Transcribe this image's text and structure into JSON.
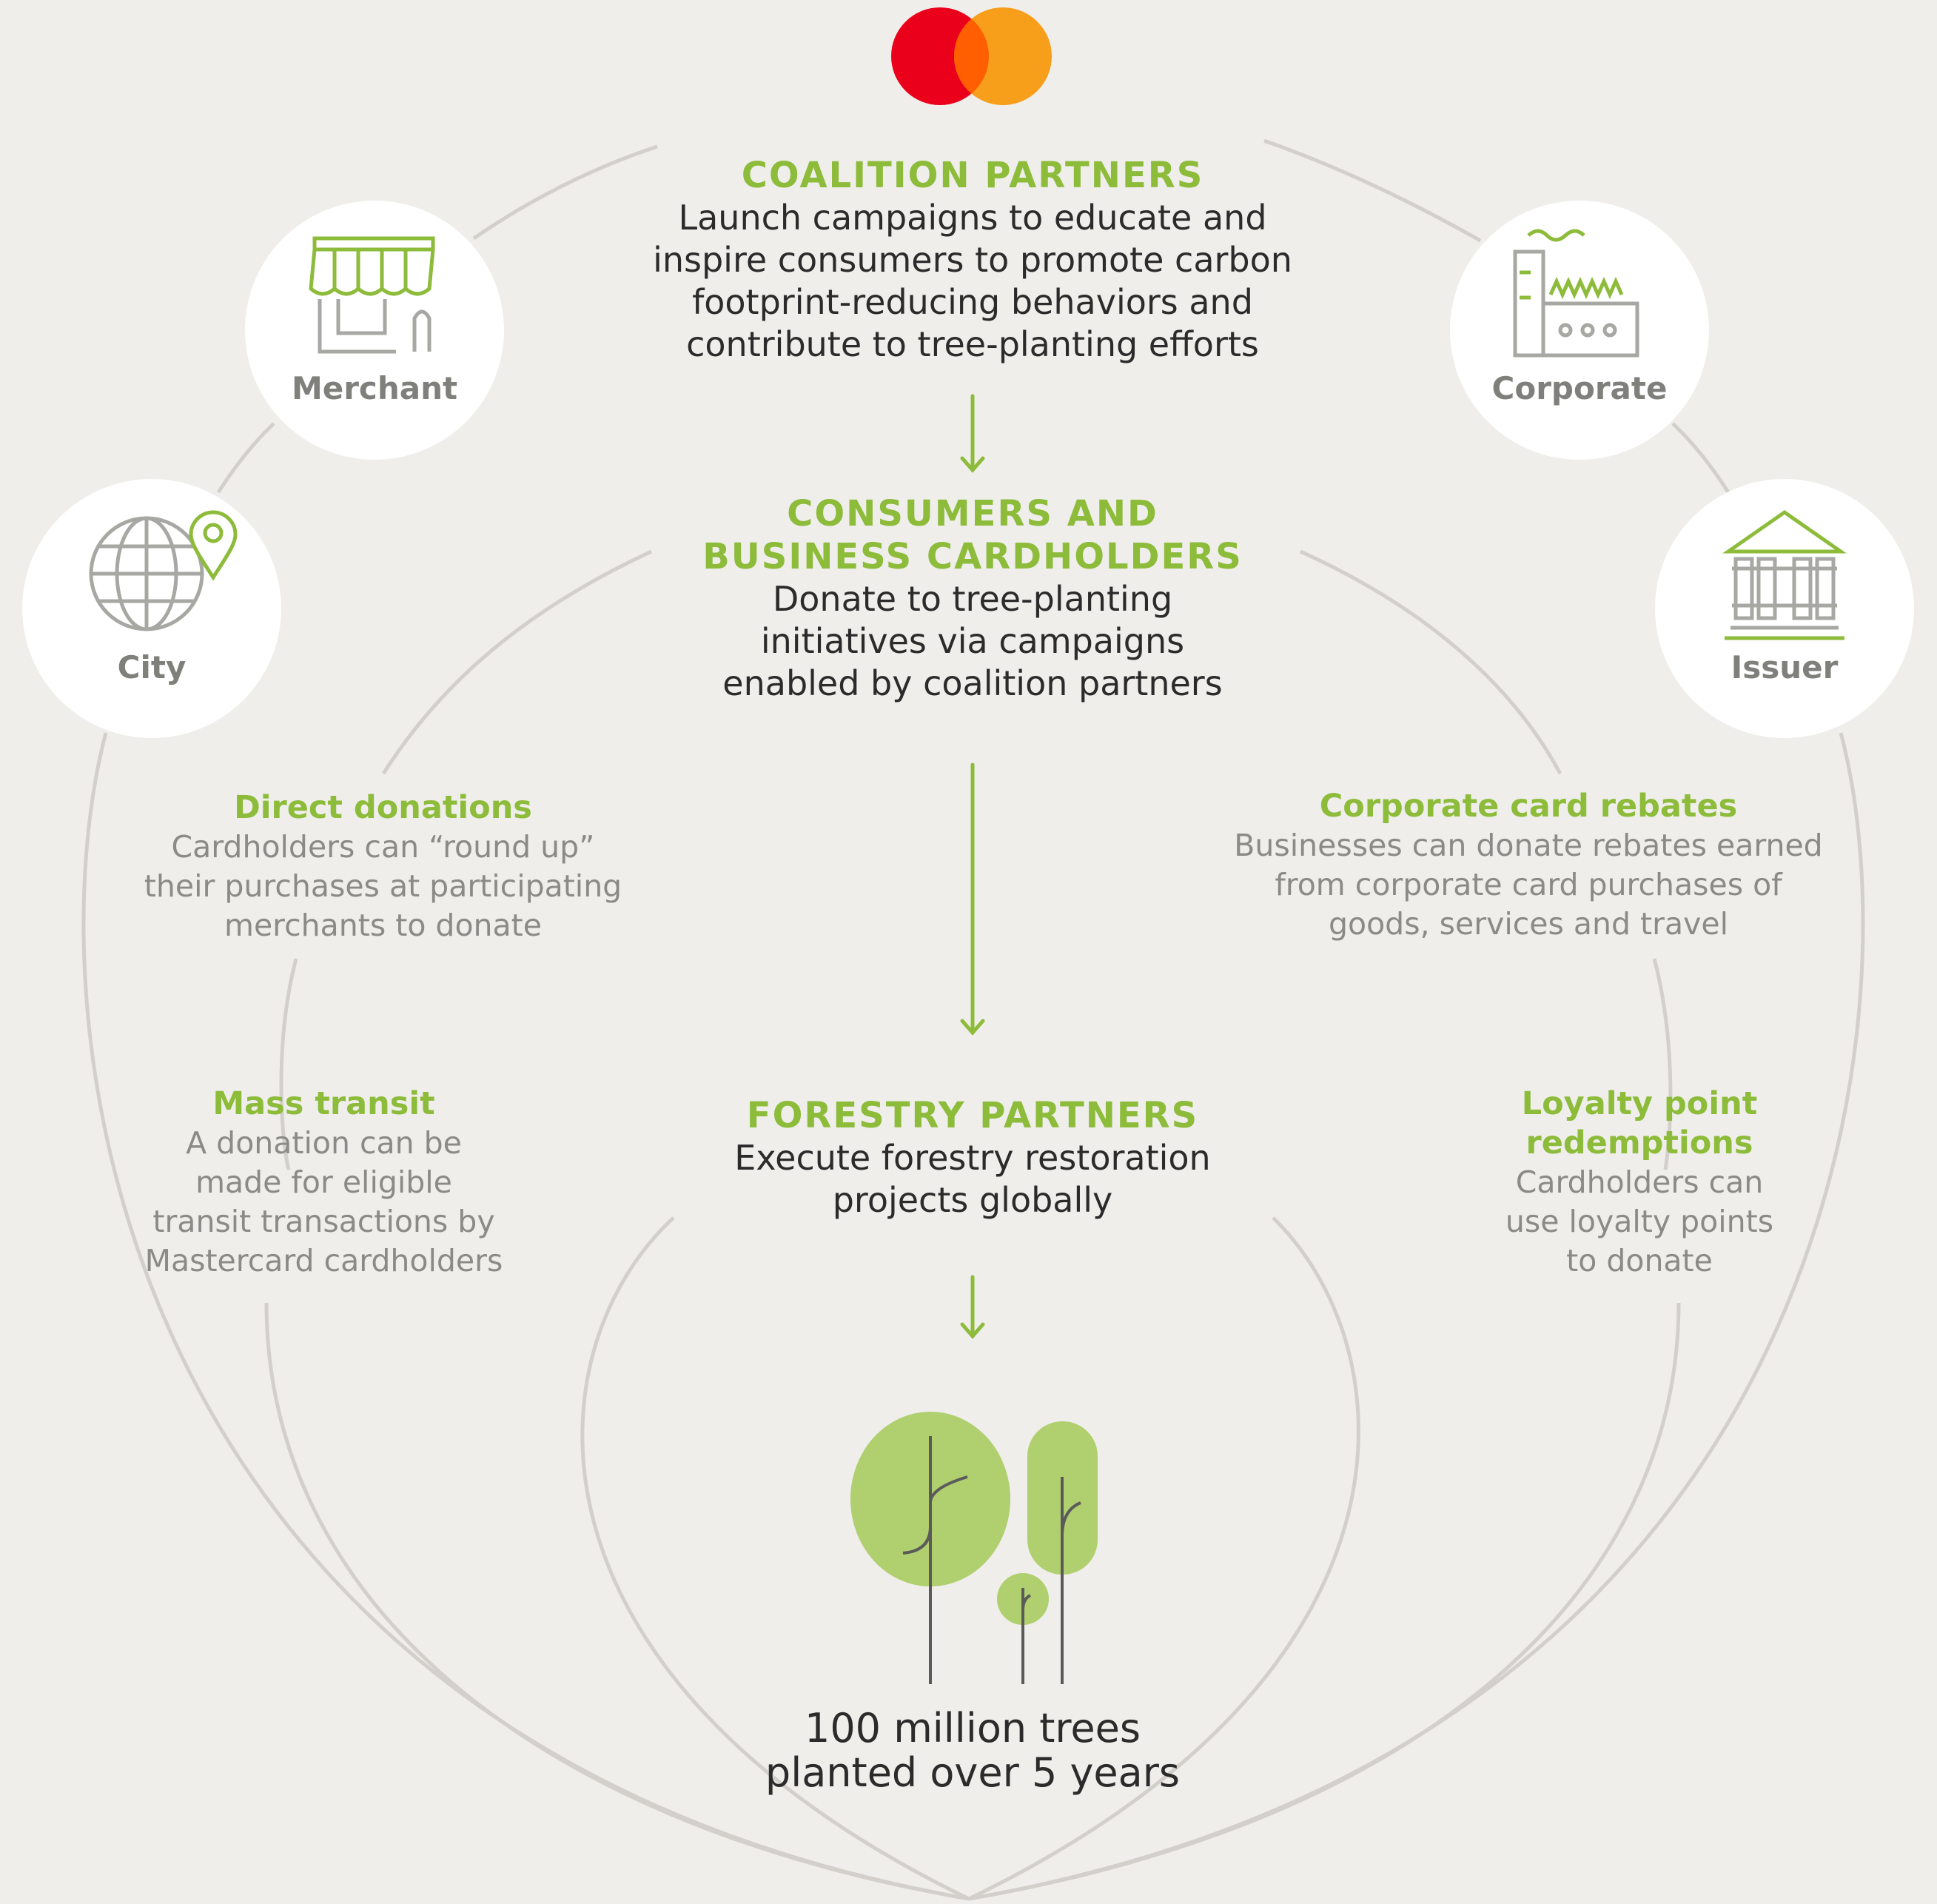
{
  "logo": {
    "name": "mastercard-logo",
    "colors": [
      "#eb001b",
      "#ff5f00",
      "#f79e1b"
    ]
  },
  "colors": {
    "accent": "#8dbb3a",
    "line": "#d3d0cb",
    "circle": "#ffffff",
    "icon_gray": "#a7a7a4"
  },
  "stages": [
    {
      "heading": "COALITION PARTNERS",
      "body": [
        "Launch campaigns to educate and",
        "inspire consumers to promote carbon",
        "footprint-reducing behaviors and",
        "contribute to tree-planting efforts"
      ]
    },
    {
      "heading": [
        "CONSUMERS AND",
        "BUSINESS CARDHOLDERS"
      ],
      "body": [
        "Donate to tree-planting",
        "initiatives via campaigns",
        "enabled by coalition partners"
      ]
    },
    {
      "heading": "FORESTRY PARTNERS",
      "body": [
        "Execute forestry restoration",
        "projects globally"
      ]
    }
  ],
  "partners": [
    {
      "label": "Merchant",
      "icon": "storefront-icon"
    },
    {
      "label": "Corporate",
      "icon": "factory-icon"
    },
    {
      "label": "City",
      "icon": "globe-pin-icon"
    },
    {
      "label": "Issuer",
      "icon": "bank-icon"
    }
  ],
  "mechanisms": [
    {
      "heading": "Direct donations",
      "body": [
        "Cardholders can “round up”",
        "their purchases at participating",
        "merchants to donate"
      ]
    },
    {
      "heading": "Corporate card rebates",
      "body": [
        "Businesses can donate rebates earned",
        "from corporate card purchases of",
        "goods, services and travel"
      ]
    },
    {
      "heading": "Mass transit",
      "body": [
        "A donation can be",
        "made for eligible",
        "transit transactions by",
        "Mastercard cardholders"
      ]
    },
    {
      "heading": [
        "Loyalty point",
        "redemptions"
      ],
      "body": [
        "Cardholders can",
        "use loyalty points",
        "to donate"
      ]
    }
  ],
  "outcome": {
    "lines": [
      "100 million trees",
      "planted over 5 years"
    ],
    "icon": "trees-icon"
  }
}
